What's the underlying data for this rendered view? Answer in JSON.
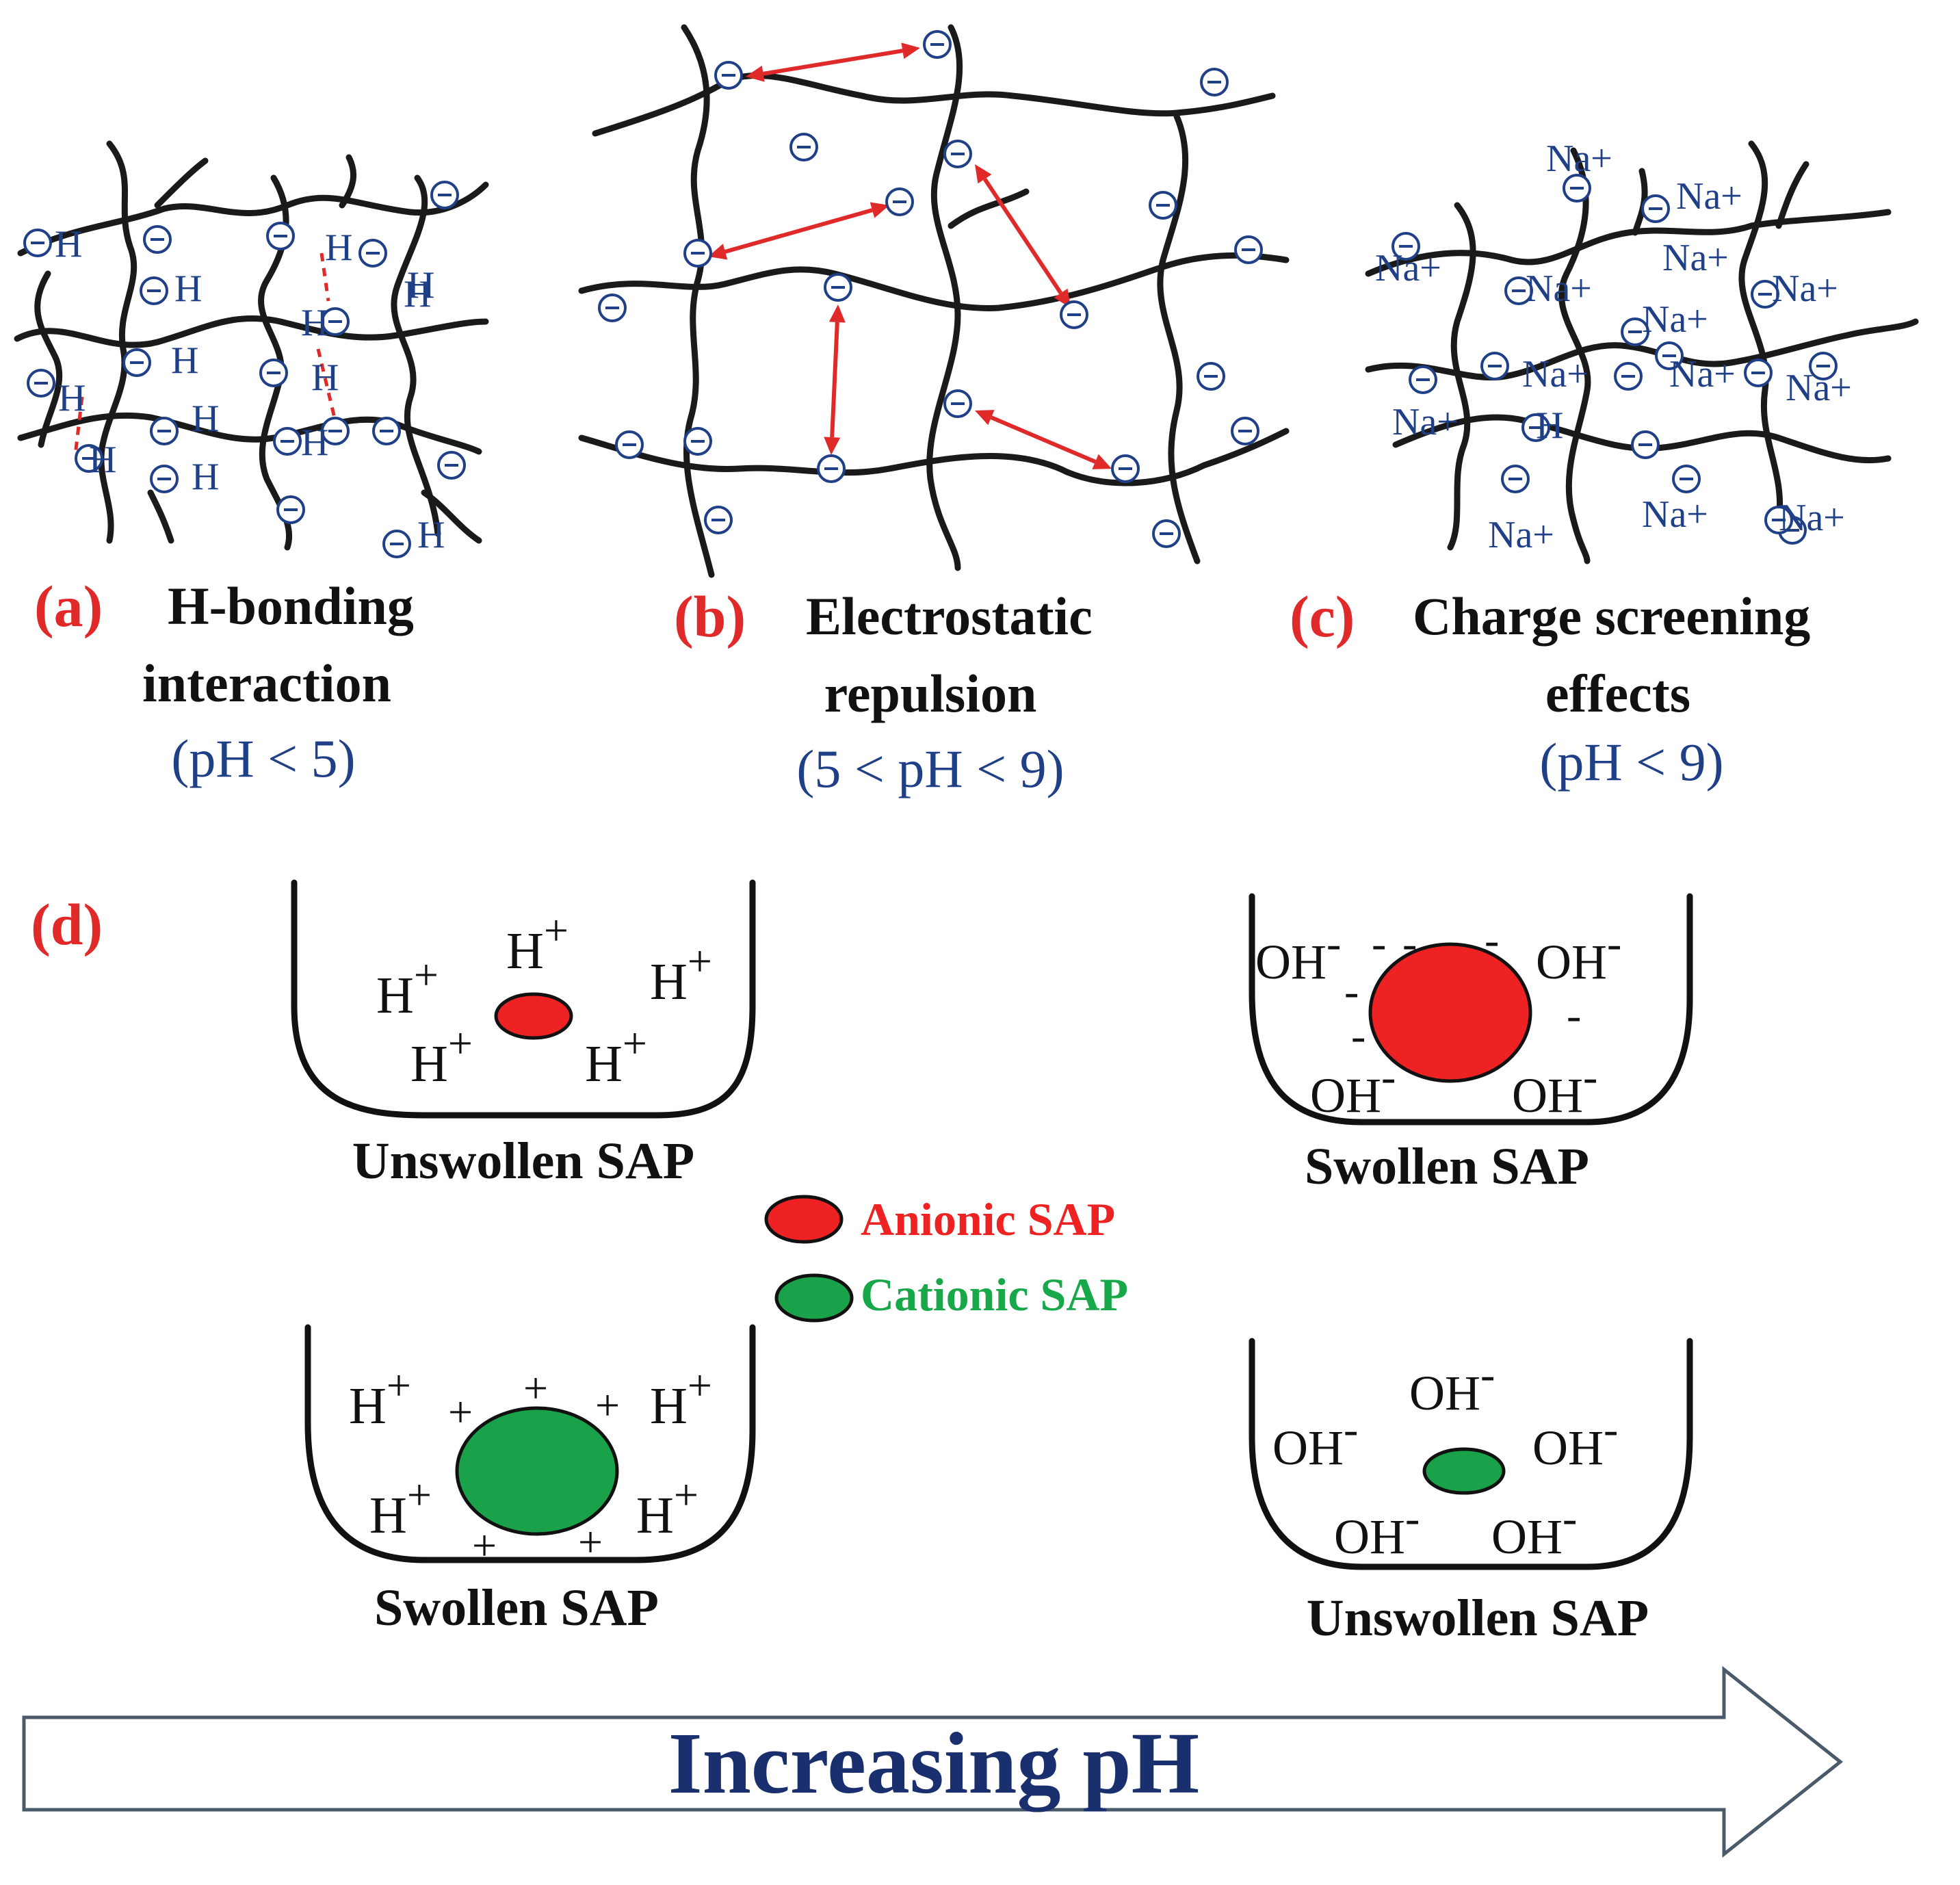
{
  "panels": {
    "a": {
      "letter": "(a)",
      "line1": "H-bonding",
      "line2": "interaction",
      "ph": "(pH < 5)"
    },
    "b": {
      "letter": "(b)",
      "line1": "Electrostatic",
      "line2": "repulsion",
      "ph": "(5 < pH < 9)"
    },
    "c": {
      "letter": "(c)",
      "line1": "Charge screening",
      "line2": "effects",
      "ph": "(pH < 9)"
    },
    "d": {
      "letter": "(d)"
    }
  },
  "ions": {
    "h": "H",
    "plus": "+",
    "minus": "-",
    "oh": "OH",
    "na": "Na",
    "negative_charge": "⊖"
  },
  "sap": {
    "top_left": "Unswollen SAP",
    "top_right": "Swollen SAP",
    "bottom_left": "Swollen SAP",
    "bottom_right": "Unswollen SAP"
  },
  "legend": {
    "anionic": "Anionic SAP",
    "cationic": "Cationic SAP"
  },
  "arrow": {
    "label": "Increasing pH"
  },
  "colors": {
    "anionic": "#ee2222",
    "cationic": "#1aa24a",
    "charge_blue": "#1f3f86",
    "accent_red": "#e02a2a",
    "arrow_text": "#1a2f6e"
  },
  "icons": {
    "negative_charge": "negative-charge-icon",
    "arrow": "right-arrow-icon"
  }
}
